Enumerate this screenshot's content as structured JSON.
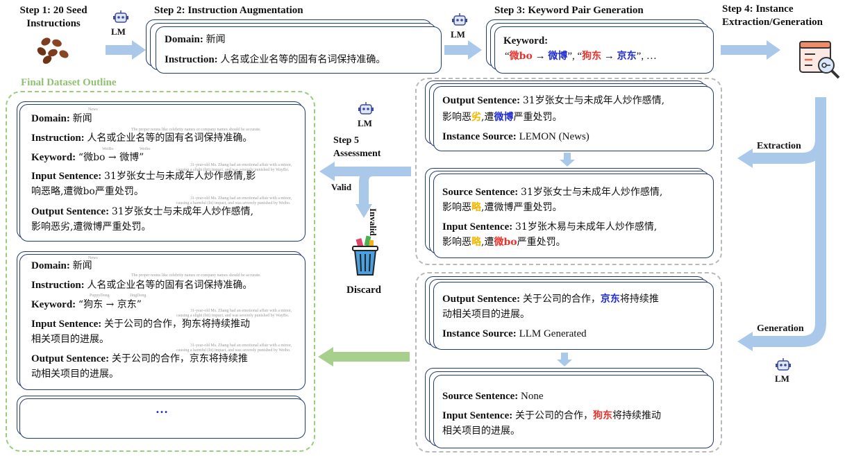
{
  "step1": {
    "title": "Step 1: 20 Seed Instructions"
  },
  "step2": {
    "title": "Step 2: Instruction Augmentation",
    "domain_label": "Domain:",
    "domain_value": "新闻",
    "instruction_label": "Instruction:",
    "instruction_value": "人名或企业名等的固有名词保持准确。"
  },
  "step3": {
    "title": "Step 3: Keyword Pair Generation",
    "keyword_label": "Keyword:",
    "pair1_src": "微bo",
    "pair1_tgt": "微博",
    "pair2_src": "狗东",
    "pair2_tgt": "京东",
    "arrow": "→",
    "ellipsis": "…",
    "open_quote": "“",
    "close_quote": "”",
    "comma": ","
  },
  "step4": {
    "title": "Step 4: Instance Extraction/Generation",
    "extraction": "Extraction",
    "generation": "Generation"
  },
  "step5": {
    "title": "Step 5 Assessment",
    "valid": "Valid",
    "invalid": "Invalid",
    "discard": "Discard"
  },
  "lm": "LM",
  "final": {
    "title": "Final Dataset Outline",
    "ellipsis": "…"
  },
  "labels": {
    "domain": "Domain:",
    "instruction": "Instruction:",
    "keyword": "Keyword:",
    "input": "Input Sentence:",
    "output": "Output Sentence:",
    "source": "Source Sentence:",
    "instance_source": "Instance Source:"
  },
  "extract_top": {
    "output_a": "31岁张女士与未成年人炒作感情,",
    "output_b1": "影响恶",
    "output_b_hl": "劣",
    "output_b2": ",遭",
    "output_b_hl2": "微博",
    "output_b3": "严重处罚。",
    "instance_source": "LEMON (News)"
  },
  "extract_bottom": {
    "source_a": "31岁张女士与未成年人炒作感情,",
    "source_b1": "影响恶",
    "source_b_hl": "略",
    "source_b2": ",遭微博严重处罚。",
    "input_a": "31岁张木易与未成年人炒作感情,",
    "input_b1": "影响恶",
    "input_b_hl": "略",
    "input_b2": ",遭",
    "input_b_hl2": "微bo",
    "input_b3": "严重处罚。"
  },
  "gen_top": {
    "output_a1": "关于公司的合作，",
    "output_a_hl": "京东",
    "output_a2": "将持续推",
    "output_b": "动相关项目的进展。",
    "instance_source": "LLM Generated"
  },
  "gen_bottom": {
    "source": "None",
    "input_a1": "关于公司的合作，",
    "input_a_hl": "狗东",
    "input_a2": "将持续推动",
    "input_b": "相关项目的进展。"
  },
  "final_card1": {
    "domain": "新闻",
    "instruction": "人名或企业名等的固有名词保持准确。",
    "keyword": "“微bo → 微博”",
    "input_a": "31岁张女士与未成年人炒作感情,影",
    "input_b": "响恶略,遭微bo严重处罚。",
    "output_a": "31岁张女士与未成年人炒作感情,",
    "output_b": "影响恶劣,遭微博严重处罚。",
    "tiny_domain": "News",
    "tiny_instr": "The proper nouns like celebrity names or company names should be accurate.",
    "tiny_kw1": "WeiBo",
    "tiny_kw2": "Weibo",
    "tiny_in1": "31-year-old Ms. Zhang had an emotional affair with a minor,",
    "tiny_in2": "causing a slight (bit) impact, and was severely punished by WayBo.",
    "tiny_out1": "31-year-old Ms. Zhang had an emotional affair with a minor,",
    "tiny_out2": "causing a harmful (lit) impact, and was severely punished by Weibo."
  },
  "final_card2": {
    "domain": "新闻",
    "instruction": "人名或企业名等的固有名词保持准确。",
    "keyword": "“狗东 → 京东”",
    "input_a": "关于公司的合作，狗东将持续推动",
    "input_b": "相关项目的进展。",
    "output_a": "关于公司的合作，京东将持续推",
    "output_b": "动相关项目的进展。",
    "tiny_domain": "News",
    "tiny_instr": "The proper nouns like celebrity names or company names should be accurate.",
    "tiny_kw1": "PuppyDong",
    "tiny_kw2": "JingDong",
    "tiny_in1": "31-year-old Ms. Zhang had an emotional affair with a minor,",
    "tiny_in2": "causing a slight (bit) impact, and was severely punished by WayBo.",
    "tiny_out1": "31-year-old Ms. Zhang had an emotional affair with a minor,",
    "tiny_out2": "causing a harmful (lit) impact, and was severely punished by Weibo."
  },
  "colors": {
    "arrow_blue": "#a9c8ea",
    "arrow_green": "#a8d08d",
    "card_border": "#1f3a70",
    "red": "#e8322c",
    "blue": "#1e2bd0",
    "yellow": "#f5b800",
    "green_title": "#8fc270"
  }
}
